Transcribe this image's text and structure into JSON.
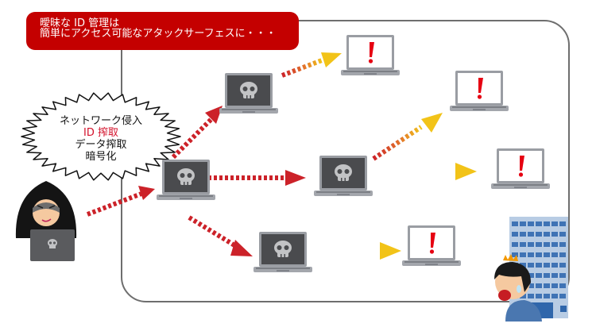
{
  "banner": {
    "line1": "曖昧な ID 管理は",
    "line2": "簡単にアクセス可能なアタックサーフェスに・・・"
  },
  "speech_bubble": {
    "lines": [
      {
        "text": "ネットワーク侵入",
        "highlight": false
      },
      {
        "text": "ID 搾取",
        "highlight": true
      },
      {
        "text": "データ搾取",
        "highlight": false
      },
      {
        "text": "暗号化",
        "highlight": false
      }
    ]
  },
  "colors": {
    "banner": "#c40000",
    "highlight_text": "#d3102a",
    "arrow_red": "#cc2229",
    "arrow_yellow": "#f2c318",
    "frame": "#6e6e6e",
    "alert": "#e60012"
  },
  "nodes": {
    "attacker": {
      "label": "hacker",
      "screen_icon": "skull"
    },
    "infected": [
      {
        "id": "hub",
        "screen_icon": "skull"
      },
      {
        "id": "top",
        "screen_icon": "skull"
      },
      {
        "id": "middle",
        "screen_icon": "skull"
      },
      {
        "id": "bottom",
        "screen_icon": "skull"
      }
    ],
    "alerted": [
      {
        "id": "alert-1",
        "screen_icon": "exclamation"
      },
      {
        "id": "alert-2",
        "screen_icon": "exclamation"
      },
      {
        "id": "alert-3",
        "screen_icon": "exclamation"
      },
      {
        "id": "alert-4",
        "screen_icon": "exclamation"
      }
    ],
    "victim_company": {
      "label": "company building with worried employee"
    }
  }
}
